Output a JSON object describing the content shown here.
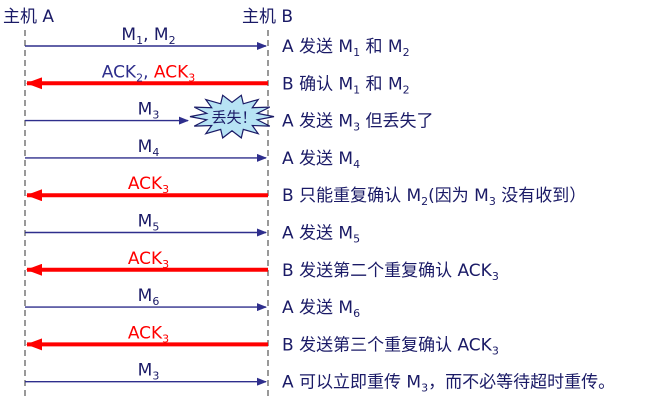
{
  "hosts": {
    "a": "主机 A",
    "b": "主机 B"
  },
  "colors": {
    "normal": "#2e2e8c",
    "ack": "#ff0000",
    "text": "#1a1a66",
    "burst": "#b7e3f4"
  },
  "lost_label": "丢失！",
  "rows": [
    {
      "dir": "right",
      "kind": "normal",
      "label": [
        {
          "t": "M"
        },
        {
          "t": "1",
          "sub": true
        },
        {
          "t": ", M"
        },
        {
          "t": "2",
          "sub": true
        }
      ],
      "note": [
        {
          "t": "A 发送 M"
        },
        {
          "t": "1",
          "sub": true
        },
        {
          "t": " 和 M"
        },
        {
          "t": "2",
          "sub": true
        }
      ]
    },
    {
      "dir": "left",
      "kind": "ack",
      "label": [
        {
          "t": "ACK",
          "c": "normal"
        },
        {
          "t": "2",
          "sub": true,
          "c": "normal"
        },
        {
          "t": ", ",
          "c": "normal"
        },
        {
          "t": "ACK",
          "c": "ack"
        },
        {
          "t": "3",
          "sub": true,
          "c": "ack"
        }
      ],
      "note": [
        {
          "t": "B 确认 M"
        },
        {
          "t": "1",
          "sub": true
        },
        {
          "t": " 和 M"
        },
        {
          "t": "2",
          "sub": true
        }
      ]
    },
    {
      "dir": "right",
      "kind": "lost",
      "label": [
        {
          "t": "M"
        },
        {
          "t": "3",
          "sub": true
        }
      ],
      "note": [
        {
          "t": "A 发送 M"
        },
        {
          "t": "3",
          "sub": true
        },
        {
          "t": " 但丢失了"
        }
      ]
    },
    {
      "dir": "right",
      "kind": "normal",
      "label": [
        {
          "t": "M"
        },
        {
          "t": "4",
          "sub": true
        }
      ],
      "note": [
        {
          "t": "A 发送 M"
        },
        {
          "t": "4",
          "sub": true
        }
      ]
    },
    {
      "dir": "left",
      "kind": "ack",
      "label": [
        {
          "t": "ACK"
        },
        {
          "t": "3",
          "sub": true
        }
      ],
      "note": [
        {
          "t": "B 只能重复确认 M"
        },
        {
          "t": "2",
          "sub": true
        },
        {
          "t": "(因为 M"
        },
        {
          "t": "3",
          "sub": true
        },
        {
          "t": " 没有收到）"
        }
      ]
    },
    {
      "dir": "right",
      "kind": "normal",
      "label": [
        {
          "t": "M"
        },
        {
          "t": "5",
          "sub": true
        }
      ],
      "note": [
        {
          "t": "A 发送 M"
        },
        {
          "t": "5",
          "sub": true
        }
      ]
    },
    {
      "dir": "left",
      "kind": "ack",
      "label": [
        {
          "t": "ACK"
        },
        {
          "t": "3",
          "sub": true
        }
      ],
      "note": [
        {
          "t": "B 发送第二个重复确认 ACK"
        },
        {
          "t": "3",
          "sub": true
        }
      ]
    },
    {
      "dir": "right",
      "kind": "normal",
      "label": [
        {
          "t": "M"
        },
        {
          "t": "6",
          "sub": true
        }
      ],
      "note": [
        {
          "t": "A 发送 M"
        },
        {
          "t": "6",
          "sub": true
        }
      ]
    },
    {
      "dir": "left",
      "kind": "ack",
      "label": [
        {
          "t": "ACK"
        },
        {
          "t": "3",
          "sub": true
        }
      ],
      "note": [
        {
          "t": "B 发送第三个重复确认 ACK"
        },
        {
          "t": "3",
          "sub": true
        }
      ]
    },
    {
      "dir": "right",
      "kind": "normal",
      "label": [
        {
          "t": "M"
        },
        {
          "t": "3",
          "sub": true
        }
      ],
      "note": [
        {
          "t": "A 可以立即重传 M"
        },
        {
          "t": "3",
          "sub": true
        },
        {
          "t": "，而不必等待超时重传。"
        }
      ]
    }
  ]
}
